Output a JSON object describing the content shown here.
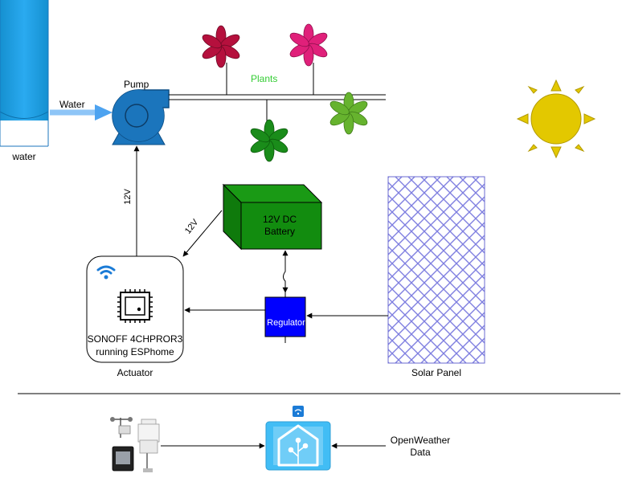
{
  "labels": {
    "water_tank": "water",
    "water_flow": "Water",
    "pump": "Pump",
    "plants": "Plants",
    "pump_voltage": "12V",
    "battery_voltage": "12V",
    "battery_line1": "12V DC",
    "battery_line2": "Battery",
    "regulator": "Regulator",
    "controller_line1": "SONOFF 4CHPROR3",
    "controller_line2": "running ESPhome",
    "actuator": "Actuator",
    "solar_panel": "Solar Panel",
    "openweather_line1": "OpenWeather",
    "openweather_line2": "Data"
  },
  "colors": {
    "tank": "#1BA1E2",
    "pump": "#1B75BC",
    "battery": "#128C0F",
    "regulator": "#0000FF",
    "solar_mesh": "#8080E0",
    "sun": "#E3C800",
    "wifi": "#1B7BD6",
    "home_assistant": "#41BDF5",
    "plants_label": "#33CC33"
  },
  "icons": {
    "tank": "water-tank-icon",
    "pump": "pump-icon",
    "sun": "sun-icon",
    "controller_chip": "chip-icon",
    "controller_wifi": "wifi-icon",
    "weather_station": "weather-station-icon",
    "home_assistant": "home-assistant-icon"
  }
}
